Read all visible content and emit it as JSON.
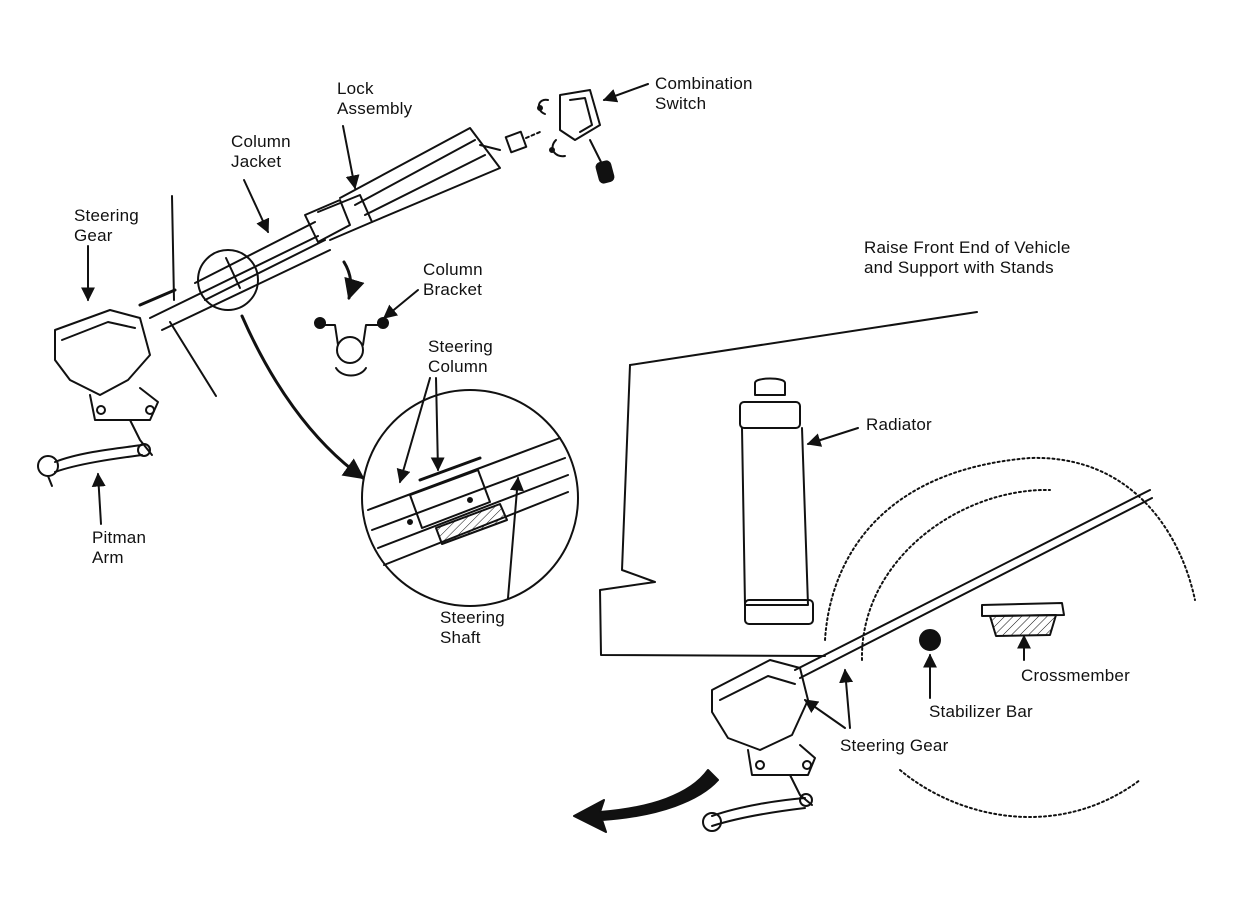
{
  "labels": {
    "lock_assembly": [
      "Lock",
      "Assembly"
    ],
    "combination_switch": [
      "Combination",
      "Switch"
    ],
    "column_jacket": [
      "Column",
      "Jacket"
    ],
    "steering_gear_left": [
      "Steering",
      "Gear"
    ],
    "column_bracket": [
      "Column",
      "Bracket"
    ],
    "steering_column": [
      "Steering",
      "Column"
    ],
    "pitman_arm": [
      "Pitman",
      "Arm"
    ],
    "steering_shaft": [
      "Steering",
      "Shaft"
    ],
    "raise_front_end": [
      "Raise Front End of Vehicle",
      "and Support with Stands"
    ],
    "radiator": "Radiator",
    "crossmember": "Crossmember",
    "stabilizer_bar": "Stabilizer Bar",
    "steering_gear_right": "Steering Gear"
  },
  "colors": {
    "ink": "#111111",
    "paper": "#ffffff"
  }
}
